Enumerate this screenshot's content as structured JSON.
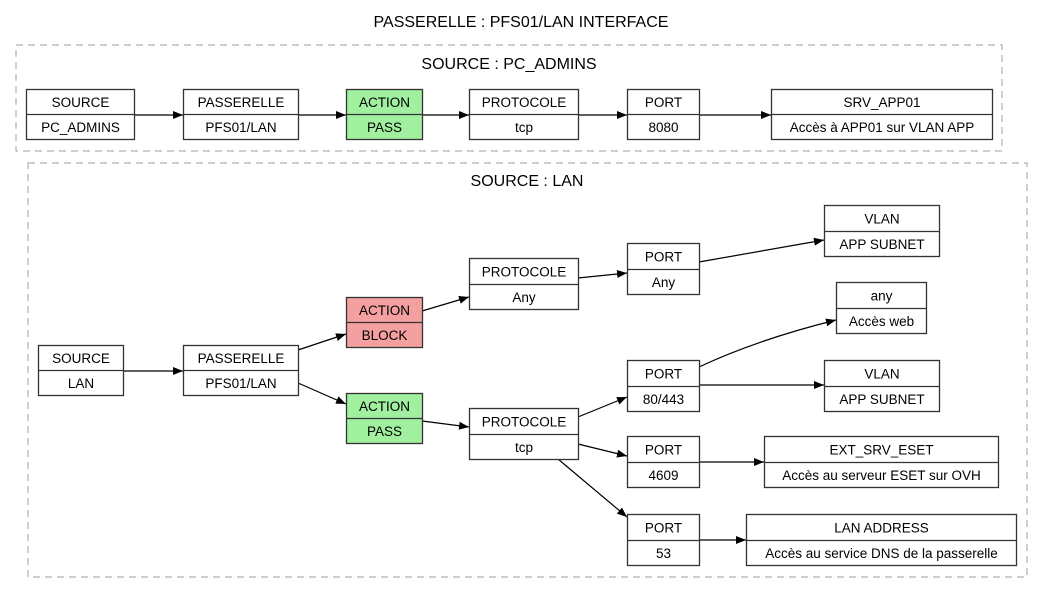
{
  "title": "PASSERELLE : PFS01/LAN INTERFACE",
  "colors": {
    "pass": "#a0f0a0",
    "block": "#f4a0a0",
    "default": "#ffffff",
    "border": "#333333",
    "cluster_border": "#b0b0b0"
  },
  "clusters": [
    {
      "id": "pc_admins",
      "label": "SOURCE : PC_ADMINS"
    },
    {
      "id": "lan",
      "label": "SOURCE : LAN"
    }
  ],
  "nodes": [
    {
      "id": "a_src",
      "cluster": "pc_admins",
      "header": "SOURCE",
      "value": "PC_ADMINS",
      "kind": "default"
    },
    {
      "id": "a_gw",
      "cluster": "pc_admins",
      "header": "PASSERELLE",
      "value": "PFS01/LAN",
      "kind": "default"
    },
    {
      "id": "a_act",
      "cluster": "pc_admins",
      "header": "ACTION",
      "value": "PASS",
      "kind": "pass"
    },
    {
      "id": "a_proto",
      "cluster": "pc_admins",
      "header": "PROTOCOLE",
      "value": "tcp",
      "kind": "default"
    },
    {
      "id": "a_port",
      "cluster": "pc_admins",
      "header": "PORT",
      "value": "8080",
      "kind": "default"
    },
    {
      "id": "a_dst",
      "cluster": "pc_admins",
      "header": "SRV_APP01",
      "value": "Accès à APP01 sur VLAN APP",
      "kind": "default"
    },
    {
      "id": "l_src",
      "cluster": "lan",
      "header": "SOURCE",
      "value": "LAN",
      "kind": "default"
    },
    {
      "id": "l_gw",
      "cluster": "lan",
      "header": "PASSERELLE",
      "value": "PFS01/LAN",
      "kind": "default"
    },
    {
      "id": "l_block",
      "cluster": "lan",
      "header": "ACTION",
      "value": "BLOCK",
      "kind": "block"
    },
    {
      "id": "l_pass",
      "cluster": "lan",
      "header": "ACTION",
      "value": "PASS",
      "kind": "pass"
    },
    {
      "id": "l_proto_any",
      "cluster": "lan",
      "header": "PROTOCOLE",
      "value": "Any",
      "kind": "default"
    },
    {
      "id": "l_proto_tcp",
      "cluster": "lan",
      "header": "PROTOCOLE",
      "value": "tcp",
      "kind": "default"
    },
    {
      "id": "l_port_any",
      "cluster": "lan",
      "header": "PORT",
      "value": "Any",
      "kind": "default"
    },
    {
      "id": "l_port_web",
      "cluster": "lan",
      "header": "PORT",
      "value": "80/443",
      "kind": "default"
    },
    {
      "id": "l_port_4609",
      "cluster": "lan",
      "header": "PORT",
      "value": "4609",
      "kind": "default"
    },
    {
      "id": "l_port_53",
      "cluster": "lan",
      "header": "PORT",
      "value": "53",
      "kind": "default"
    },
    {
      "id": "l_vlan1",
      "cluster": "lan",
      "header": "VLAN",
      "value": "APP SUBNET",
      "kind": "default"
    },
    {
      "id": "l_anyweb",
      "cluster": "lan",
      "header": "any",
      "value": "Accès web",
      "kind": "default"
    },
    {
      "id": "l_vlan2",
      "cluster": "lan",
      "header": "VLAN",
      "value": "APP SUBNET",
      "kind": "default"
    },
    {
      "id": "l_eset",
      "cluster": "lan",
      "header": "EXT_SRV_ESET",
      "value": "Accès au serveur ESET sur OVH",
      "kind": "default"
    },
    {
      "id": "l_dns",
      "cluster": "lan",
      "header": "LAN ADDRESS",
      "value": "Accès au service DNS de la passerelle",
      "kind": "default"
    }
  ],
  "edges": [
    {
      "from": "a_src",
      "to": "a_gw"
    },
    {
      "from": "a_gw",
      "to": "a_act"
    },
    {
      "from": "a_act",
      "to": "a_proto"
    },
    {
      "from": "a_proto",
      "to": "a_port"
    },
    {
      "from": "a_port",
      "to": "a_dst"
    },
    {
      "from": "l_src",
      "to": "l_gw"
    },
    {
      "from": "l_gw",
      "to": "l_block"
    },
    {
      "from": "l_gw",
      "to": "l_pass"
    },
    {
      "from": "l_block",
      "to": "l_proto_any"
    },
    {
      "from": "l_pass",
      "to": "l_proto_tcp"
    },
    {
      "from": "l_proto_any",
      "to": "l_port_any"
    },
    {
      "from": "l_port_any",
      "to": "l_vlan1"
    },
    {
      "from": "l_proto_tcp",
      "to": "l_port_web"
    },
    {
      "from": "l_proto_tcp",
      "to": "l_port_4609"
    },
    {
      "from": "l_proto_tcp",
      "to": "l_port_53"
    },
    {
      "from": "l_port_web",
      "to": "l_anyweb"
    },
    {
      "from": "l_port_web",
      "to": "l_vlan2"
    },
    {
      "from": "l_port_4609",
      "to": "l_eset"
    },
    {
      "from": "l_port_53",
      "to": "l_dns"
    }
  ]
}
